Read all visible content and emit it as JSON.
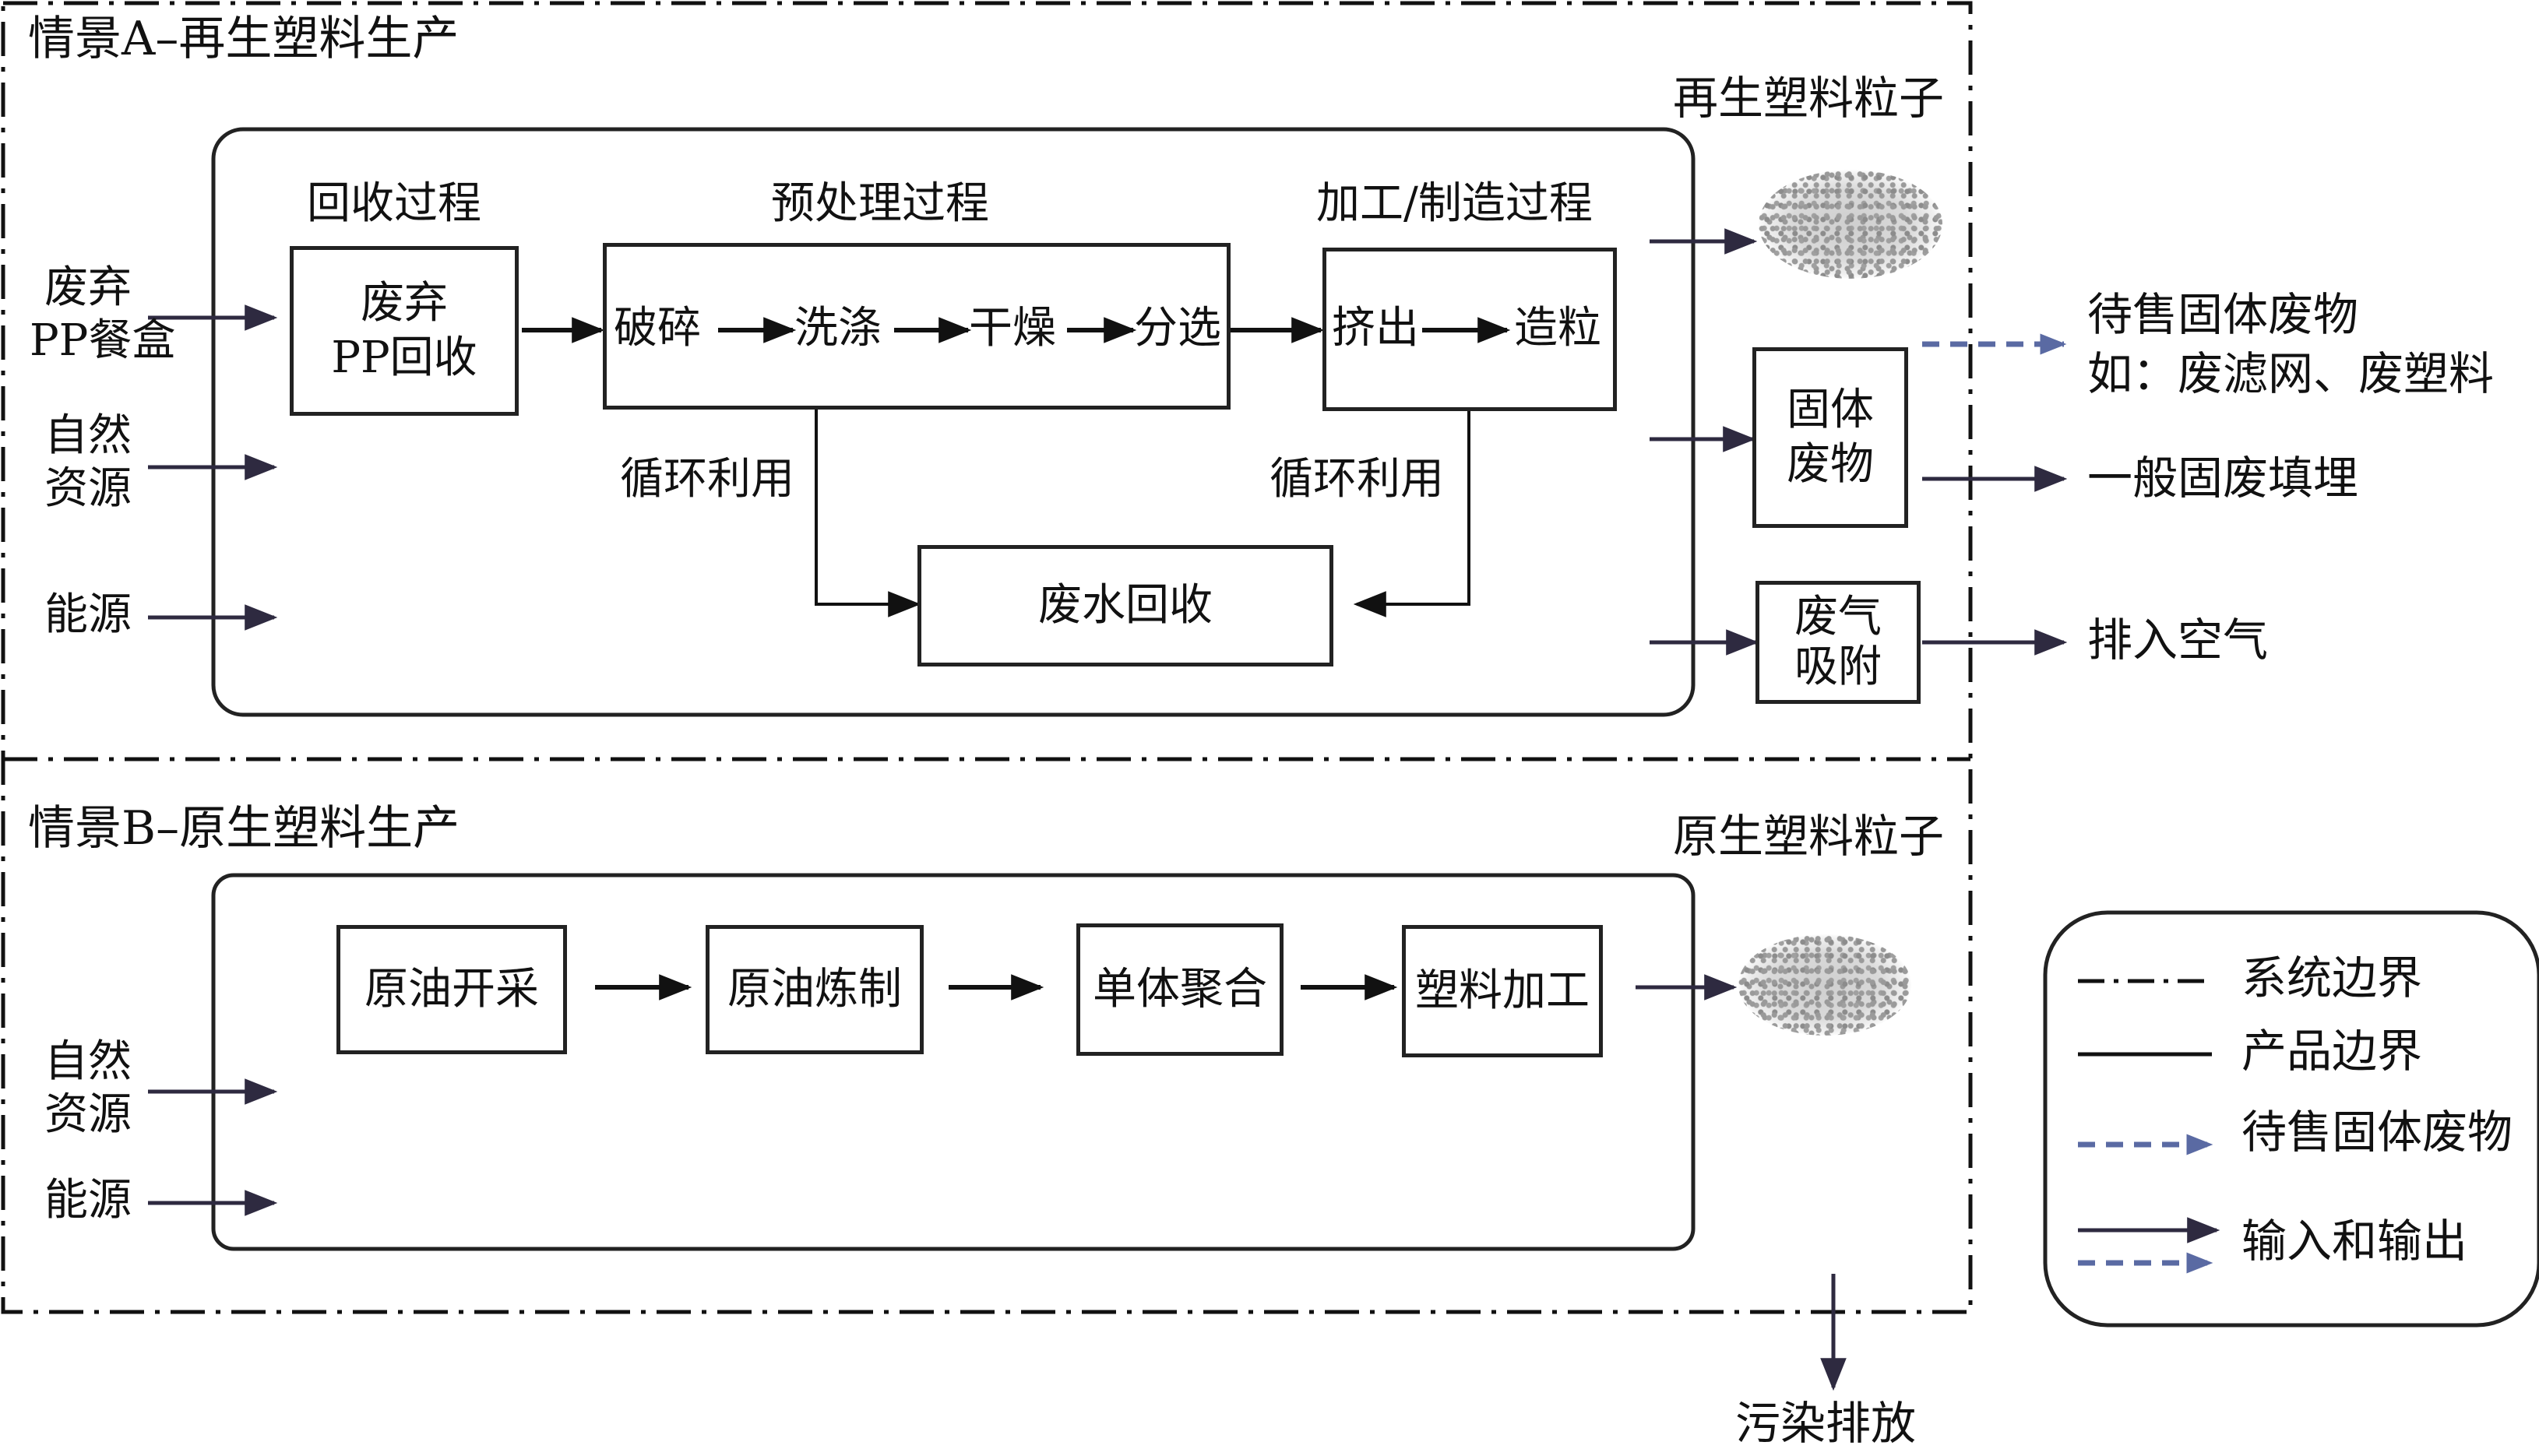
{
  "scenario_a": {
    "title": "情景A–再生塑料生产",
    "product_label": "再生塑料粒子",
    "inputs": [
      {
        "line1": "废弃",
        "line2": "PP餐盒"
      },
      {
        "line1": "自然",
        "line2": "资源"
      },
      {
        "line1": "能源",
        "line2": ""
      }
    ],
    "stages": {
      "recovery": {
        "heading": "回收过程",
        "box_line1": "废弃",
        "box_line2": "PP回收"
      },
      "pretreatment": {
        "heading": "预处理过程",
        "steps": [
          "破碎",
          "洗涤",
          "干燥",
          "分选"
        ]
      },
      "processing": {
        "heading": "加工/制造过程",
        "steps": [
          "挤出",
          "造粒"
        ]
      }
    },
    "recycle_label_left": "循环利用",
    "recycle_label_right": "循环利用",
    "wastewater_box": "废水回收",
    "solid_waste_box": {
      "line1": "固体",
      "line2": "废物"
    },
    "exhaust_box": {
      "line1": "废气",
      "line2": "吸附"
    },
    "outputs": {
      "saleable_waste_line1": "待售固体废物",
      "saleable_waste_line2": "如：废滤网、废塑料",
      "landfill": "一般固废填埋",
      "air": "排入空气"
    }
  },
  "scenario_b": {
    "title": "情景B–原生塑料生产",
    "product_label": "原生塑料粒子",
    "inputs": [
      {
        "line1": "自然",
        "line2": "资源"
      },
      {
        "line1": "能源",
        "line2": ""
      }
    ],
    "steps": [
      "原油开采",
      "原油炼制",
      "单体聚合",
      "塑料加工"
    ]
  },
  "pollution_label": "污染排放",
  "legend": {
    "items": [
      {
        "label": "系统边界",
        "style": "dash-dot"
      },
      {
        "label": "产品边界",
        "style": "solid"
      },
      {
        "label": "待售固体废物",
        "style": "dashed-arrow"
      },
      {
        "label": "输入和输出",
        "style": "solid-and-dashed-arrow"
      }
    ]
  },
  "colors": {
    "line": "#222222",
    "arrow": "#2e2a40",
    "dashed_arrow": "#5a6aa3"
  }
}
